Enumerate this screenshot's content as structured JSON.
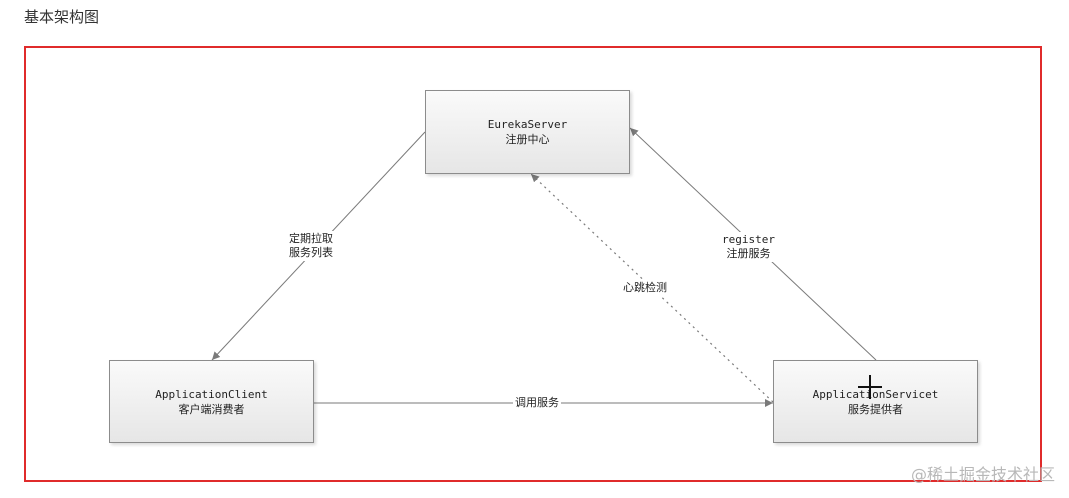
{
  "heading": "基本架构图",
  "nodes": {
    "eureka": {
      "name": "EurekaServer",
      "desc": "注册中心"
    },
    "client": {
      "name": "ApplicationClient",
      "desc": "客户端消费者"
    },
    "service": {
      "name": "ApplicationServicet",
      "desc": "服务提供者"
    }
  },
  "edges": {
    "pull": {
      "line1": "定期拉取",
      "line2": "服务列表"
    },
    "register": {
      "line1": "register",
      "line2": "注册服务"
    },
    "heartbeat": {
      "label": "心跳检测"
    },
    "invoke": {
      "label": "调用服务"
    }
  },
  "colors": {
    "frame": "#e02b2b",
    "edge": "#7a7a7a"
  },
  "watermark": "@稀土掘金技术社区"
}
